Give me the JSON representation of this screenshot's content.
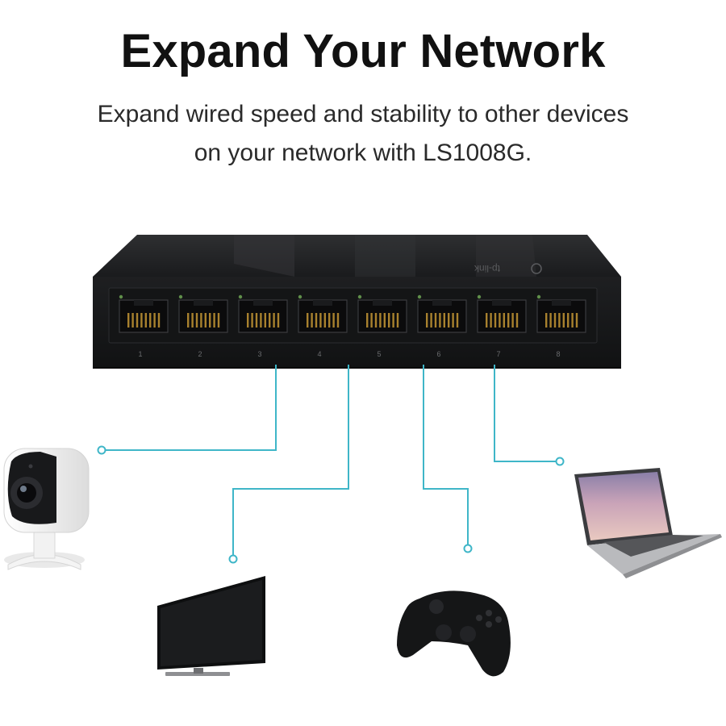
{
  "headline": "Expand Your Network",
  "subtitle_line1": "Expand wired speed and stability to other devices",
  "subtitle_line2": "on your network with LS1008G.",
  "switch": {
    "brand": "tp-link",
    "ports": [
      "1",
      "2",
      "3",
      "4",
      "5",
      "6",
      "7",
      "8"
    ]
  },
  "devices": [
    "security-camera",
    "television",
    "game-controller",
    "laptop"
  ],
  "colors": {
    "connector_line": "#3fb6c8",
    "switch_body": "#1c1d1f",
    "text": "#111111"
  }
}
